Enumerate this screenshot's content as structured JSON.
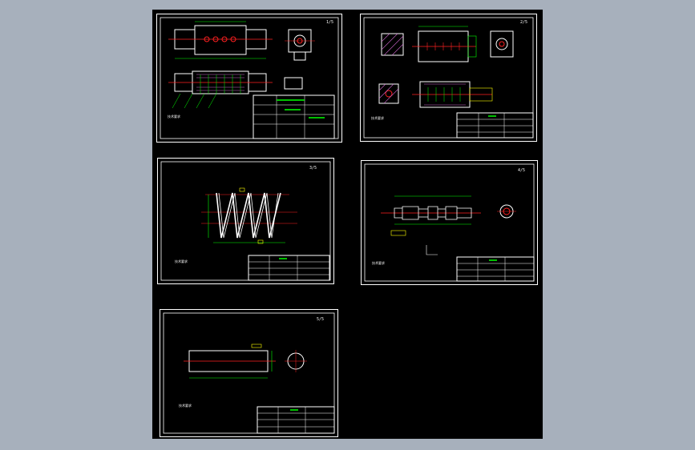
{
  "viewer": {
    "background_color": "#a7b0bc",
    "canvas_color": "#000000"
  },
  "colors": {
    "frame": "#ffffff",
    "outline": "#ffffff",
    "centerline": "#ff2020",
    "dimension": "#00ff00",
    "annotation": "#ffff00",
    "hatch": "#cc66cc",
    "accent": "#00ffff"
  },
  "sheets": [
    {
      "id": "assembly",
      "page_tag": "1/5",
      "note": "技术要求"
    },
    {
      "id": "mold-detail",
      "page_tag": "2/5",
      "note": "技术要求"
    },
    {
      "id": "spring",
      "page_tag": "3/5",
      "note": "技术要求"
    },
    {
      "id": "shaft",
      "page_tag": "4/5",
      "note": "技术要求"
    },
    {
      "id": "rod",
      "page_tag": "5/5",
      "note": "技术要求"
    }
  ]
}
